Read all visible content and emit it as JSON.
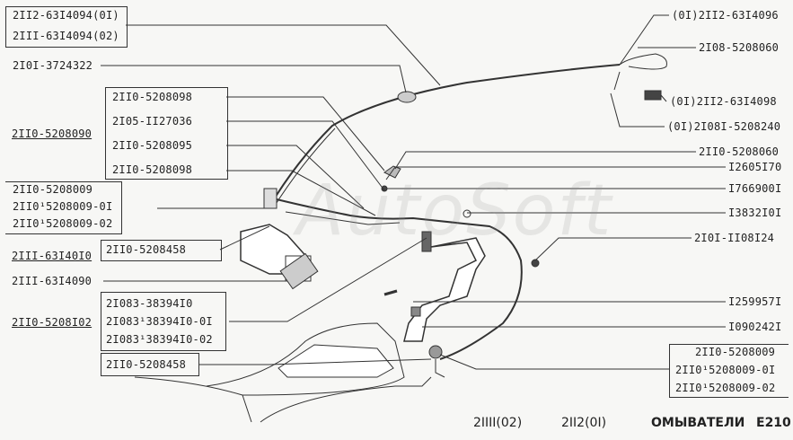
{
  "labels": {
    "tl1": "2II2-63I4094(0I)",
    "tl2": "2III-63I4094(02)",
    "l3724322": "2I0I-3724322",
    "grpA1": "2II0-5208098",
    "grpA2": "2I05-II27036",
    "grpA3": "2II0-5208095",
    "grpA4": "2II0-5208098",
    "side5208090": "2II0-5208090",
    "grpB1": "2II0-5208009",
    "grpB2": "2II0¹5208009-0I",
    "grpB3": "2II0¹5208009-02",
    "l5208458a": "2II0-5208458",
    "side63I40I0": "2III-63I40I0",
    "l63I4090": "2III-63I4090",
    "grpC1": "2I083-38394I0",
    "grpC2": "2I083¹38394I0-0I",
    "grpC3": "2I083¹38394I0-02",
    "side5208I02": "2II0-5208I02",
    "l5208458b": "2II0-5208458",
    "r1": "(0I)2II2-63I4096",
    "r2": "2I08-5208060",
    "r3": "(0I)2II2-63I4098",
    "r4": "(0I)2I08I-5208240",
    "r5": "2II0-5208060",
    "r6": "I2605I70",
    "r7": "I766900I",
    "r8": "I3832I0I",
    "r9": "2I0I-II08I24",
    "r10": "I259957I",
    "r11": "I090242I",
    "grpD1": "2II0-5208009",
    "grpD2": "2II0¹5208009-0I",
    "grpD3": "2II0¹5208009-02"
  },
  "footer": {
    "model1": "2IIII(02)",
    "model2": "2II2(0I)",
    "title": "ОМЫВАТЕЛИ",
    "code": "E210"
  },
  "watermark": "AutoSoft"
}
